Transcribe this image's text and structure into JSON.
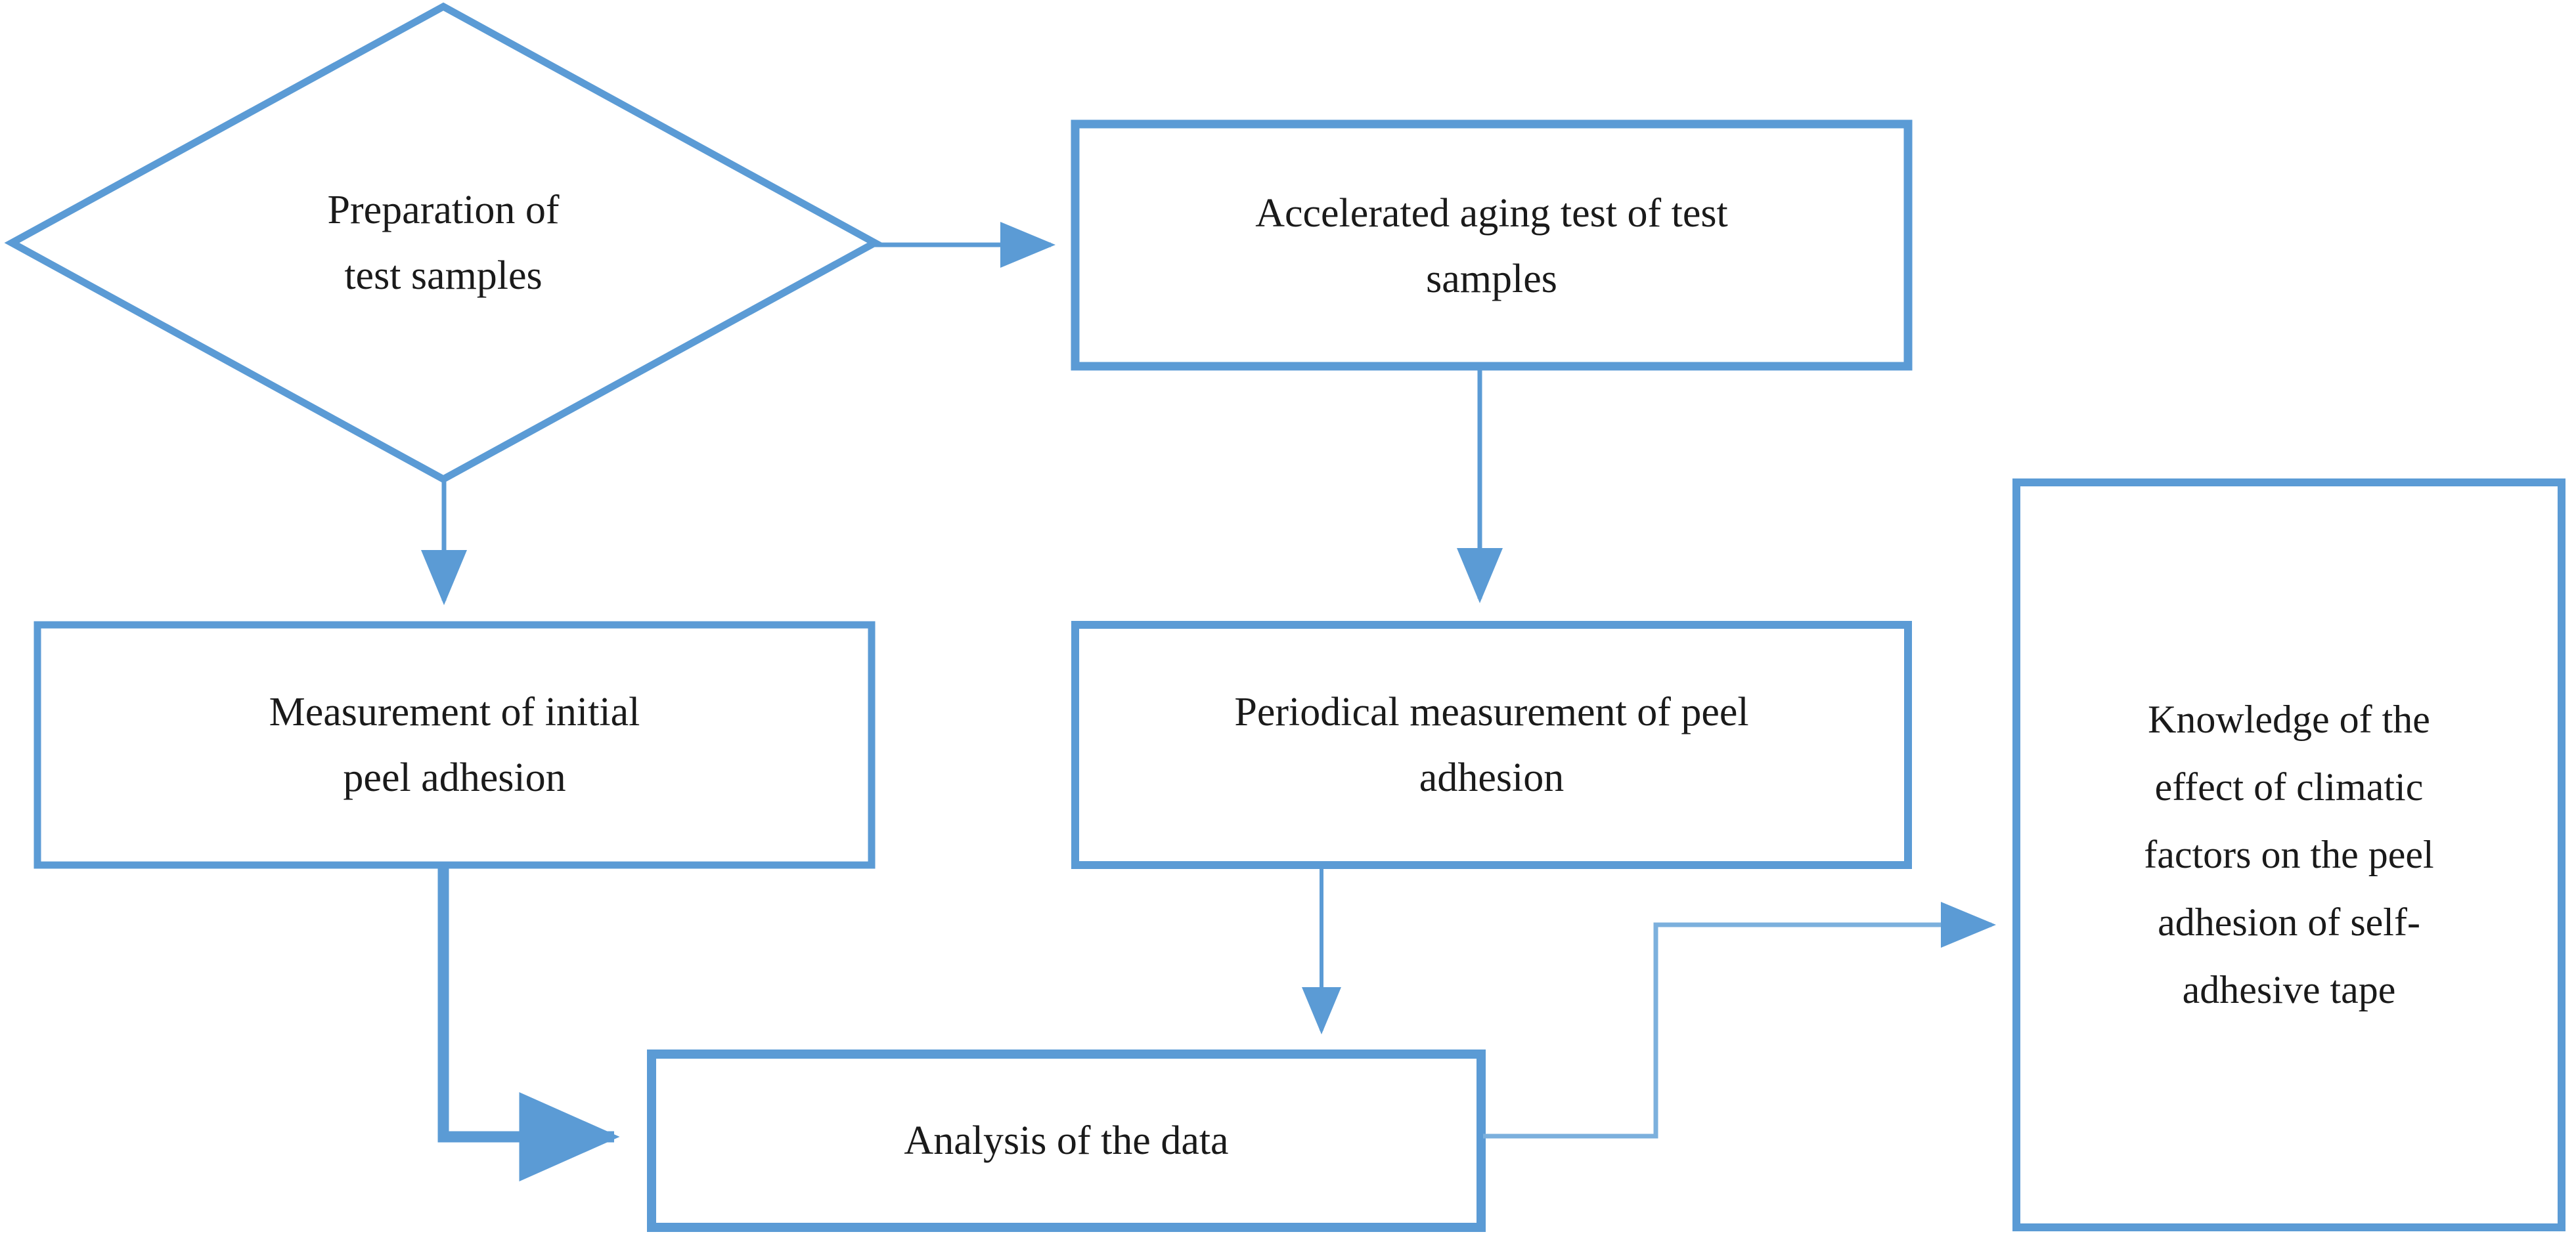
{
  "diagram": {
    "type": "flowchart",
    "title": "Experimental procedure flowchart",
    "colors": {
      "stroke": "#5b9bd5",
      "stroke_thin": "#8cb9e0",
      "text": "#1a1a1a",
      "background": "#ffffff"
    },
    "nodes": [
      {
        "id": "preparation",
        "shape": "diamond",
        "lines": [
          "Preparation of",
          "test samples"
        ],
        "text": "Preparation of test samples"
      },
      {
        "id": "accelerated-aging",
        "shape": "rectangle",
        "lines": [
          "Accelerated aging test of test",
          "samples"
        ],
        "text": "Accelerated aging test of test samples"
      },
      {
        "id": "initial-measurement",
        "shape": "rectangle",
        "lines": [
          "Measurement of initial",
          "peel adhesion"
        ],
        "text": "Measurement of initial peel adhesion"
      },
      {
        "id": "periodical-measurement",
        "shape": "rectangle",
        "lines": [
          "Periodical measurement of peel",
          "adhesion"
        ],
        "text": "Periodical measurement of peel adhesion"
      },
      {
        "id": "analysis",
        "shape": "rectangle",
        "lines": [
          "Analysis of the data"
        ],
        "text": "Analysis of the data"
      },
      {
        "id": "knowledge",
        "shape": "rectangle",
        "lines": [
          "Knowledge of the",
          "effect of climatic",
          "factors on the peel",
          "adhesion of self-",
          "adhesive tape"
        ],
        "text": "Knowledge of the effect of climatic factors on the peel adhesion of self-adhesive tape"
      }
    ],
    "edges": [
      {
        "id": "prep-to-aging",
        "from": "preparation",
        "to": "accelerated-aging",
        "style": "thin",
        "arrow": true
      },
      {
        "id": "prep-to-initial",
        "from": "preparation",
        "to": "initial-measurement",
        "style": "thin",
        "arrow": true
      },
      {
        "id": "aging-to-periodical",
        "from": "accelerated-aging",
        "to": "periodical-measurement",
        "style": "thin",
        "arrow": true
      },
      {
        "id": "periodical-to-analysis",
        "from": "periodical-measurement",
        "to": "analysis",
        "style": "thin",
        "arrow": true
      },
      {
        "id": "initial-to-analysis",
        "from": "initial-measurement",
        "to": "analysis",
        "style": "thick",
        "arrow": true
      },
      {
        "id": "analysis-to-knowledge",
        "from": "analysis",
        "to": "knowledge",
        "style": "thin",
        "arrow": true
      }
    ]
  }
}
